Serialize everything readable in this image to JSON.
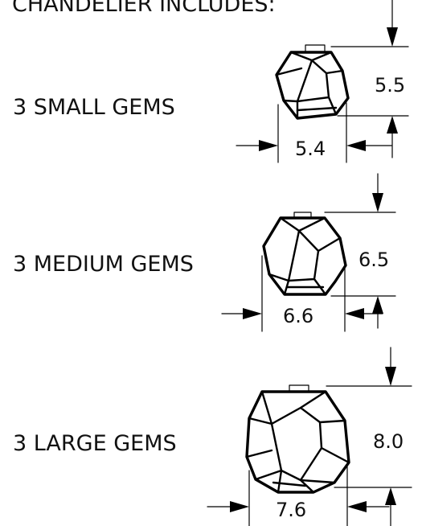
{
  "header": {
    "text": "CHANDELIER INCLUDES:"
  },
  "gems": [
    {
      "label": "3 SMALL GEMS",
      "height": "5.5",
      "width": "5.4"
    },
    {
      "label": "3 MEDIUM GEMS",
      "height": "6.5",
      "width": "6.6"
    },
    {
      "label": "3 LARGE GEMS",
      "height": "8.0",
      "width": "7.6"
    }
  ]
}
